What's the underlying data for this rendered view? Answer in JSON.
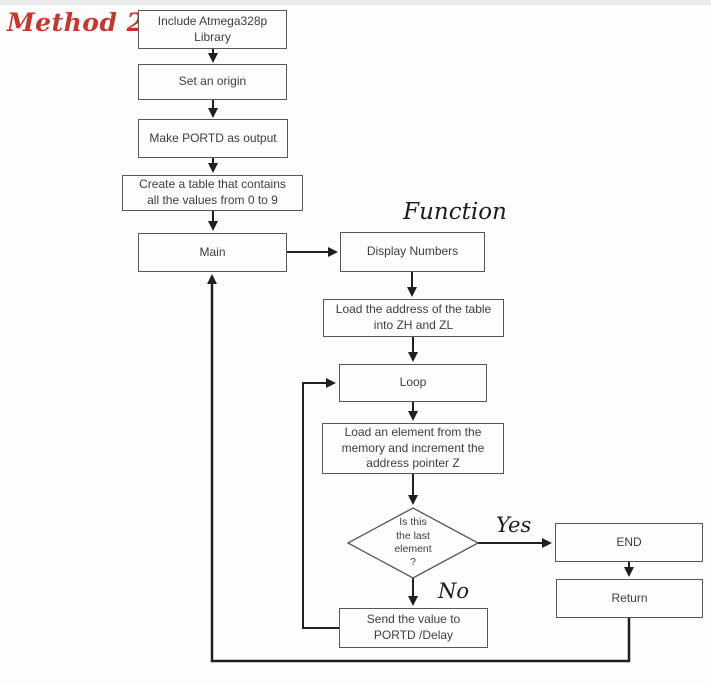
{
  "colors": {
    "accent_red": "#bf3a33",
    "line": "#1f1f1f",
    "box_border": "#565656",
    "background": "#fdfdfd"
  },
  "title": {
    "label": "Method 2"
  },
  "annotations": {
    "function_label": "Function",
    "yes_label": "Yes",
    "no_label": "No"
  },
  "nodes": {
    "include": {
      "text": "Include Atmega328p\nLibrary"
    },
    "origin": {
      "text": "Set an origin"
    },
    "portd": {
      "text": "Make PORTD as output"
    },
    "table": {
      "text": "Create a table that contains\nall the values from 0 to 9"
    },
    "main": {
      "text": "Main"
    },
    "display": {
      "text": "Display Numbers"
    },
    "loadaddr": {
      "text": "Load the address of the table\ninto ZH and ZL"
    },
    "loop": {
      "text": "Loop"
    },
    "loadelem": {
      "text": "Load an element from the\nmemory and increment the\naddress pointer Z"
    },
    "decision": {
      "text": "Is this\nthe last\nelement\n?"
    },
    "end": {
      "text": "END"
    },
    "return": {
      "text": "Return"
    },
    "send": {
      "text": "Send the value to\nPORTD /Delay"
    }
  }
}
